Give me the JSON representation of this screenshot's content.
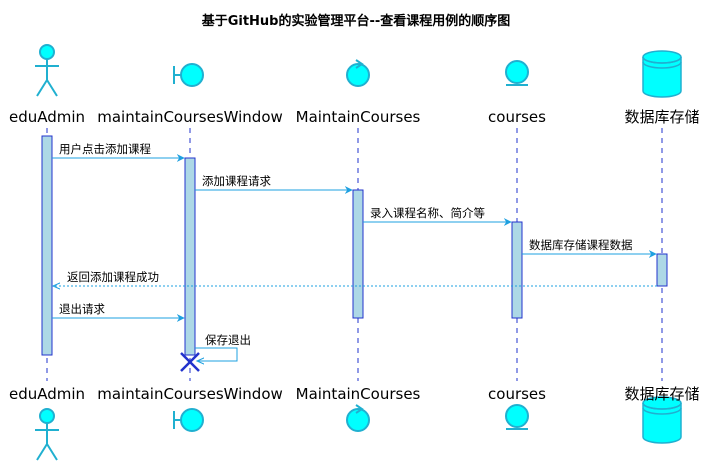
{
  "title": "基于GitHub的实验管理平台--查看课程用例的顺序图",
  "participants": [
    {
      "id": "eduAdmin",
      "name": "eduAdmin",
      "kind": "actor"
    },
    {
      "id": "window",
      "name": "maintainCoursesWindow",
      "kind": "boundary"
    },
    {
      "id": "control",
      "name": "MaintainCourses",
      "kind": "control"
    },
    {
      "id": "entity",
      "name": "courses",
      "kind": "entity"
    },
    {
      "id": "db",
      "name": "数据库存储",
      "kind": "database"
    }
  ],
  "messages": [
    {
      "from": "eduAdmin",
      "to": "window",
      "text": "用户点击添加课程",
      "style": "solid"
    },
    {
      "from": "window",
      "to": "control",
      "text": "添加课程请求",
      "style": "solid"
    },
    {
      "from": "control",
      "to": "entity",
      "text": "录入课程名称、简介等",
      "style": "solid"
    },
    {
      "from": "entity",
      "to": "db",
      "text": "数据库存储课程数据",
      "style": "solid"
    },
    {
      "from": "db",
      "to": "eduAdmin",
      "text": "返回添加课程成功",
      "style": "dashed"
    },
    {
      "from": "eduAdmin",
      "to": "window",
      "text": "退出请求",
      "style": "solid"
    },
    {
      "from": "window",
      "to": "window",
      "text": "保存退出",
      "style": "self"
    }
  ],
  "colors": {
    "lifeline": "#2233cc",
    "icon_fill": "#00ffff",
    "icon_stroke": "#20b0d0",
    "activation_fill": "#add8e6",
    "arrow": "#1ea0e0",
    "destroy": "#2233cc",
    "text": "#000000"
  },
  "icons": {
    "actor": "stick-figure-icon",
    "boundary": "boundary-icon",
    "control": "control-icon",
    "entity": "entity-icon",
    "database": "database-icon"
  }
}
